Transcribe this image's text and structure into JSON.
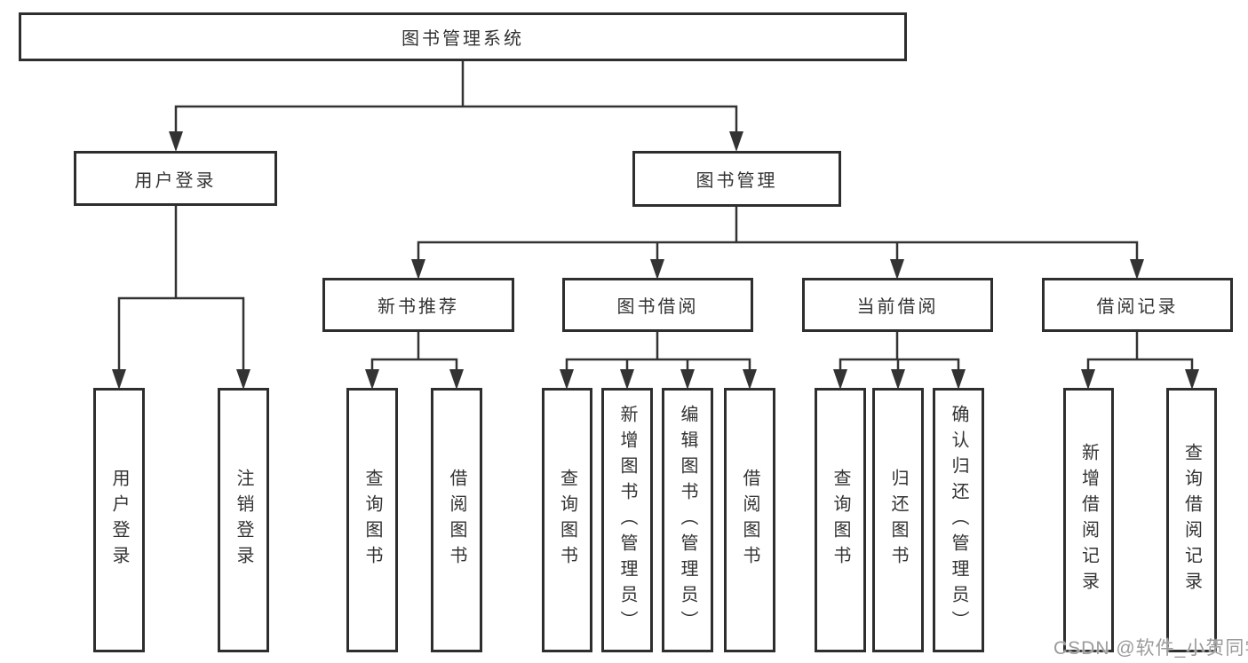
{
  "diagram": {
    "root": {
      "label": "图书管理系统"
    },
    "level2": [
      {
        "label": "用户登录"
      },
      {
        "label": "图书管理"
      }
    ],
    "level3": [
      {
        "label": "新书推荐",
        "parent": "图书管理"
      },
      {
        "label": "图书借阅",
        "parent": "图书管理"
      },
      {
        "label": "当前借阅",
        "parent": "图书管理"
      },
      {
        "label": "借阅记录",
        "parent": "图书管理"
      }
    ],
    "leaves": [
      {
        "label": "用户登录",
        "parent": "用户登录"
      },
      {
        "label": "注销登录",
        "parent": "用户登录"
      },
      {
        "label": "查询图书",
        "parent": "新书推荐"
      },
      {
        "label": "借阅图书",
        "parent": "新书推荐"
      },
      {
        "label": "查询图书",
        "parent": "图书借阅"
      },
      {
        "label": "新增图书（管理员）",
        "parent": "图书借阅"
      },
      {
        "label": "编辑图书（管理员）",
        "parent": "图书借阅"
      },
      {
        "label": "借阅图书",
        "parent": "图书借阅"
      },
      {
        "label": "查询图书",
        "parent": "当前借阅"
      },
      {
        "label": "归还图书",
        "parent": "当前借阅"
      },
      {
        "label": "确认归还（管理员）",
        "parent": "当前借阅"
      },
      {
        "label": "新增借阅记录",
        "parent": "借阅记录"
      },
      {
        "label": "查询借阅记录",
        "parent": "借阅记录"
      }
    ]
  },
  "watermark": {
    "text": "CSDN @软件_小贺同学",
    "color": "#9b9b9b"
  },
  "colors": {
    "background": "#ffffff",
    "line": "#333333",
    "box_border": "#2e2e2e",
    "text": "#333333"
  }
}
